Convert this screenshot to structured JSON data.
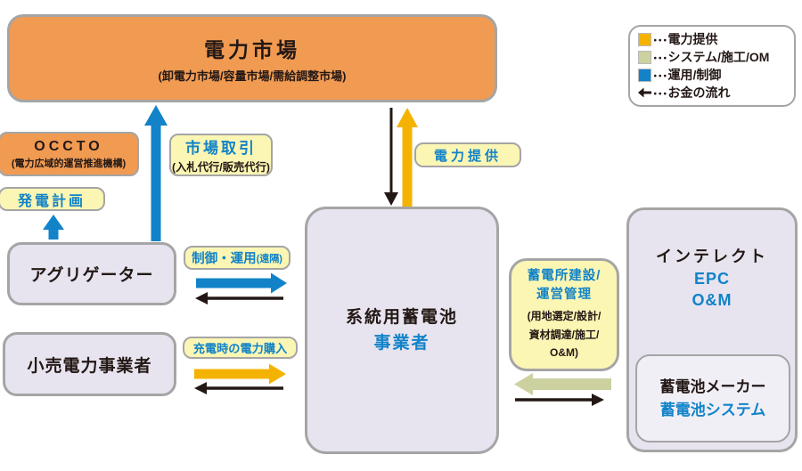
{
  "colors": {
    "orange": "#F09A52",
    "yellow_label": "#FBF6B4",
    "gold": "#F5B301",
    "blue": "#1283C8",
    "beige": "#CDD1A0",
    "lavender": "#E7E4EF",
    "border_gray": "#A5A5A6",
    "ink": "#231815"
  },
  "legend": {
    "dots": "･･･",
    "items": [
      {
        "swatch": "gold-square",
        "label": "電力提供"
      },
      {
        "swatch": "beige-square",
        "label": "システム/施工/OM"
      },
      {
        "swatch": "blue-square",
        "label": "運用/制御"
      },
      {
        "swatch": "money-arrow",
        "label": "お金の流れ"
      }
    ]
  },
  "nodes": {
    "power_market": {
      "title": "電力市場",
      "subtitle": "(卸電力市場/容量市場/需給調整市場)"
    },
    "occto": {
      "title": "OCCTO",
      "subtitle": "(電力広域的運営推進機構)"
    },
    "aggregator": {
      "label": "アグリゲーター"
    },
    "retailer": {
      "label": "小売電力事業者"
    },
    "battery_operator": {
      "line1": "系統用蓄電池",
      "line2": "事業者"
    },
    "intellect": {
      "title": "インテレクト",
      "line2": "EPC",
      "line3": "O&M"
    },
    "battery_maker": {
      "line1": "蓄電池メーカー",
      "line2": "蓄電池システム"
    }
  },
  "labels": {
    "generation_plan": "発電計画",
    "market_trade": {
      "title": "市場取引",
      "subtitle": "(入札代行/販売代行)"
    },
    "power_supply": "電力提供",
    "control_operation": {
      "main": "制御・運用",
      "suffix": "(遠隔)"
    },
    "charging_purchase": "充電時の電力購入",
    "construction": {
      "line1": "蓄電所建設/",
      "line2": "運営管理",
      "sub1": "(用地選定/設計/",
      "sub2": "資材調達/施工/",
      "sub3": "O&M)"
    }
  }
}
